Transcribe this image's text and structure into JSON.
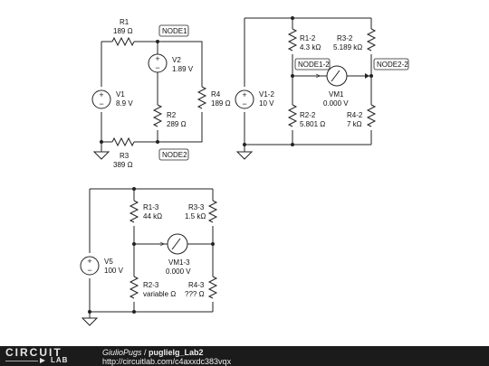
{
  "circuit_a": {
    "r1": {
      "name": "R1",
      "value": "189 Ω"
    },
    "v2": {
      "name": "V2",
      "value": "1.89 V"
    },
    "node1": "NODE1",
    "v1": {
      "name": "V1",
      "value": "8.9 V"
    },
    "r4": {
      "name": "R4",
      "value": "189 Ω"
    },
    "r2": {
      "name": "R2",
      "value": "289 Ω"
    },
    "r3": {
      "name": "R3",
      "value": "389 Ω"
    },
    "node2": "NODE2"
  },
  "circuit_b": {
    "r1": {
      "name": "R1-2",
      "value": "4.3 kΩ"
    },
    "r3": {
      "name": "R3-2",
      "value": "5.189 kΩ"
    },
    "node1": "NODE1-2",
    "node2": "NODE2-2",
    "v1": {
      "name": "V1-2",
      "value": "10 V"
    },
    "vm": {
      "name": "VM1",
      "value": "0.000 V"
    },
    "r2": {
      "name": "R2-2",
      "value": "5.801 Ω"
    },
    "r4": {
      "name": "R4-2",
      "value": "7 kΩ"
    }
  },
  "circuit_c": {
    "r1": {
      "name": "R1-3",
      "value": "44 kΩ"
    },
    "r3": {
      "name": "R3-3",
      "value": "1.5 kΩ"
    },
    "vm": {
      "name": "VM1-3",
      "value": "0.000 V"
    },
    "v5": {
      "name": "V5",
      "value": "100 V"
    },
    "r2": {
      "name": "R2-3",
      "value": "variable Ω"
    },
    "r4": {
      "name": "R4-3",
      "value": "??? Ω"
    }
  },
  "footer": {
    "logo_top": "CIRCUIT",
    "logo_bottom": "LAB",
    "user": "GiulioPugs",
    "separator": " / ",
    "title": "puglielg_Lab2",
    "url": "http://circuitlab.com/c4axxdc383vqx"
  }
}
